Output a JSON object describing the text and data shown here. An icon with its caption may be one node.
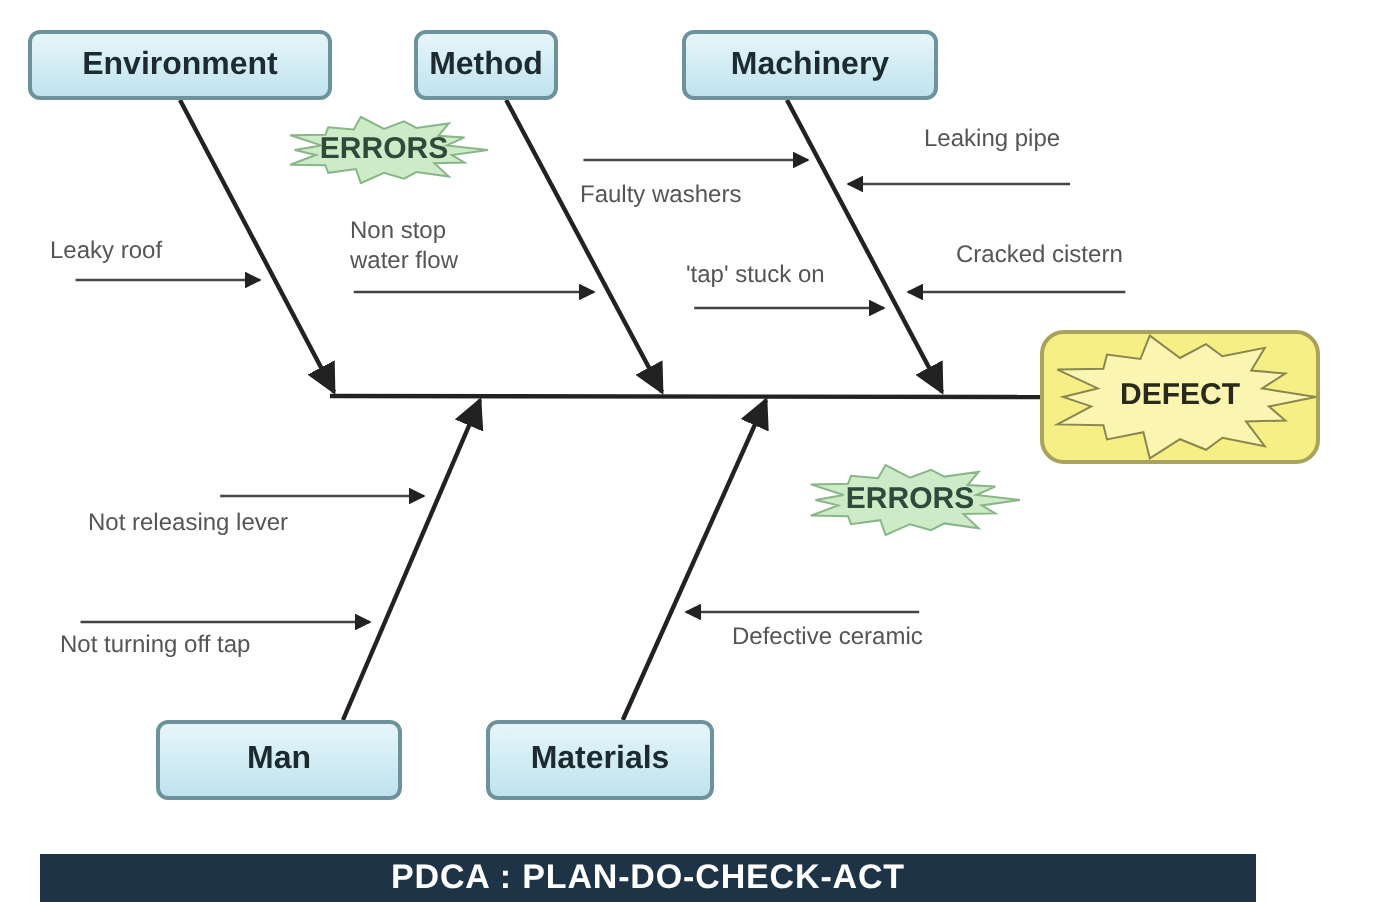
{
  "diagram": {
    "title": "PDCA : PLAN-DO-CHECK-ACT",
    "nodes": [
      {
        "text": [
          "Environment"
        ]
      },
      {
        "text": [
          "Method"
        ]
      },
      {
        "text": [
          "Machinery"
        ]
      },
      {
        "text": [
          "Faulty washers"
        ]
      },
      {
        "text": [
          "Leaking pipe"
        ]
      },
      {
        "text": [
          "Non stop water flow"
        ]
      },
      {
        "text": [
          "ERRORS"
        ]
      },
      {
        "text": [
          "Leaky roof"
        ]
      },
      {
        "text": [
          "'tap' stuck on"
        ]
      },
      {
        "text": [
          "Cracked cistern"
        ]
      },
      {
        "text": [
          "DEFECT"
        ]
      },
      {
        "text": [
          "Not releasing lever"
        ]
      },
      {
        "text": [
          "ERRORS"
        ]
      },
      {
        "text": [
          "Not turning off tap"
        ]
      },
      {
        "text": [
          "Defective ceramic"
        ]
      },
      {
        "text": [
          "Man"
        ]
      },
      {
        "text": [
          "Materials"
        ]
      }
    ],
    "edges": [
      {
        "from": 0,
        "to": null,
        "arrow": "to"
      },
      {
        "from": 1,
        "to": null,
        "arrow": "to"
      },
      {
        "from": 2,
        "to": null,
        "arrow": "to"
      },
      {
        "from": 15,
        "to": null,
        "arrow": "to"
      },
      {
        "from": 16,
        "to": null,
        "arrow": "to"
      },
      {
        "from": null,
        "to": 10,
        "arrow": "none"
      },
      {
        "from": 7,
        "to": null,
        "arrow": "to"
      },
      {
        "from": 5,
        "to": null,
        "arrow": "to"
      },
      {
        "from": 3,
        "to": null,
        "arrow": "to"
      },
      {
        "from": 4,
        "to": null,
        "arrow": "to"
      },
      {
        "from": 8,
        "to": null,
        "arrow": "to"
      },
      {
        "from": 9,
        "to": null,
        "arrow": "to"
      },
      {
        "from": 11,
        "to": null,
        "arrow": "to"
      },
      {
        "from": 13,
        "to": null,
        "arrow": "to"
      },
      {
        "from": 14,
        "to": null,
        "arrow": "to"
      }
    ]
  }
}
